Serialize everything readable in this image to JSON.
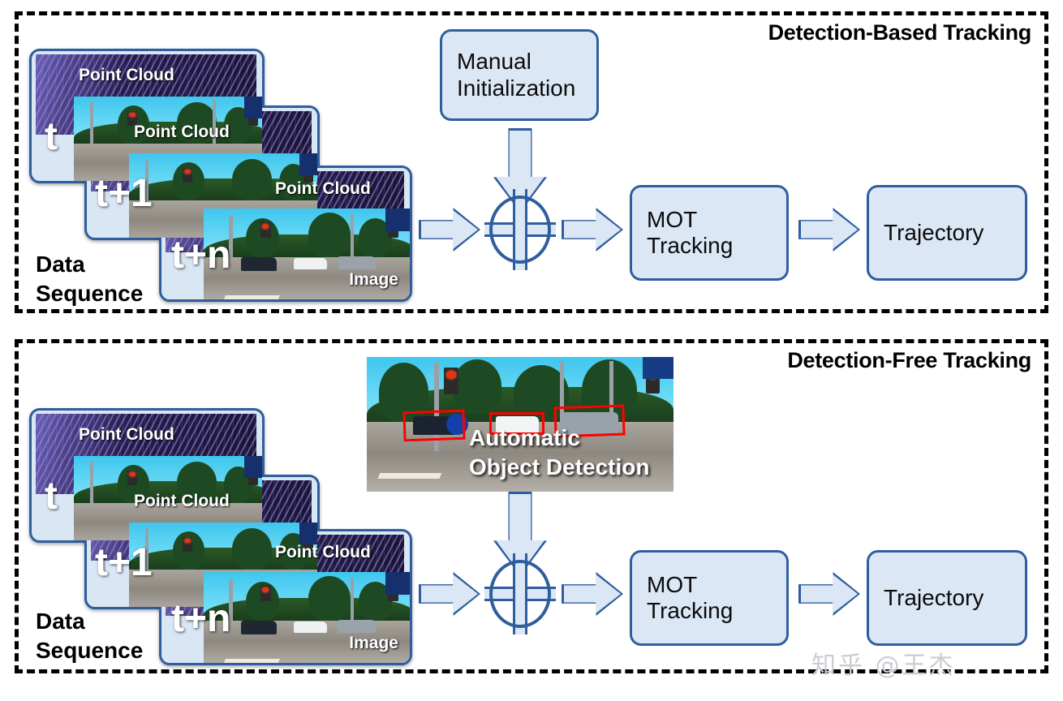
{
  "panels": [
    {
      "id": "detection-based",
      "title": "Detection-Based Tracking",
      "sequence_label": "Data\nSequence",
      "frames": [
        {
          "time_label": "t",
          "point_cloud_label": "Point Cloud",
          "image_label": ""
        },
        {
          "time_label": "t+1",
          "point_cloud_label": "Point Cloud",
          "image_label": ""
        },
        {
          "time_label": "t+n",
          "point_cloud_label": "Point Cloud",
          "image_label": "Image"
        }
      ],
      "source_box": {
        "label": "Manual\nInitialization"
      },
      "fusion_node": {
        "symbol": "+"
      },
      "process_box": {
        "label": "MOT\nTracking"
      },
      "output_box": {
        "label": "Trajectory"
      }
    },
    {
      "id": "detection-free",
      "title": "Detection-Free Tracking",
      "sequence_label": "Data\nSequence",
      "frames": [
        {
          "time_label": "t",
          "point_cloud_label": "Point Cloud",
          "image_label": ""
        },
        {
          "time_label": "t+1",
          "point_cloud_label": "Point Cloud",
          "image_label": ""
        },
        {
          "time_label": "t+n",
          "point_cloud_label": "Point Cloud",
          "image_label": "Image"
        }
      ],
      "source_box": {
        "label_line1": "Automatic",
        "label_line2": "Object Detection"
      },
      "fusion_node": {
        "symbol": "+"
      },
      "process_box": {
        "label": "MOT\nTracking"
      },
      "output_box": {
        "label": "Trajectory"
      }
    }
  ],
  "watermark": "知乎 @王杰",
  "colors": {
    "box_fill": "#dce7f5",
    "box_border": "#2f5e9e",
    "panel_border": "#000000",
    "detection_box": "#ff0000",
    "background": "#ffffff"
  }
}
